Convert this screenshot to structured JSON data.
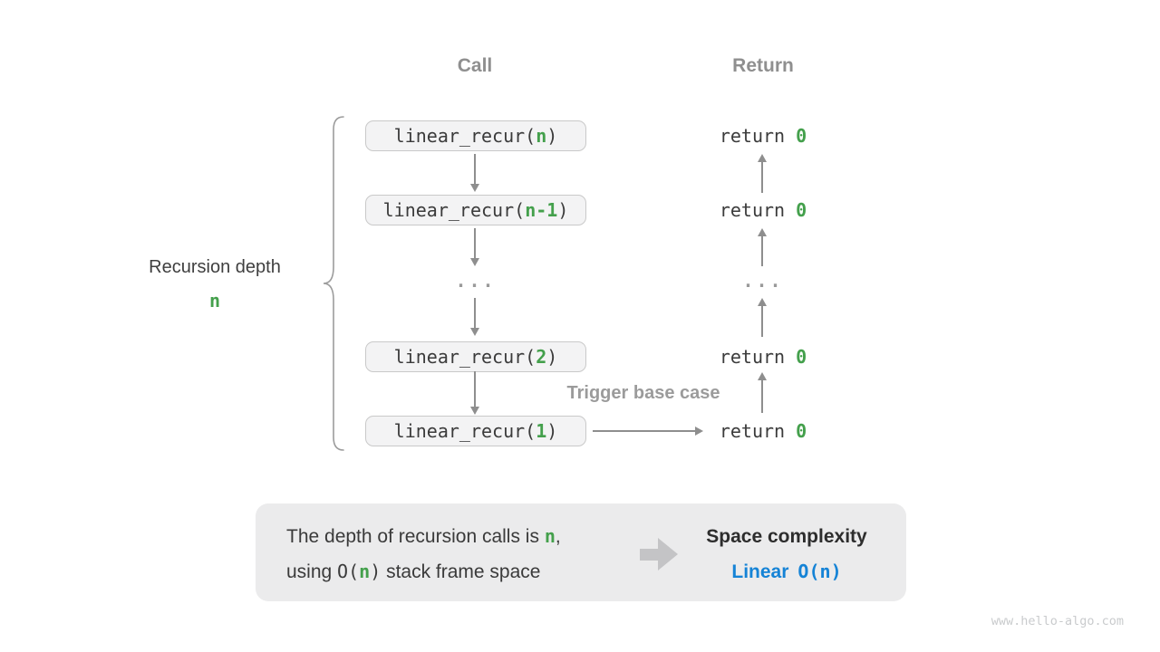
{
  "colors": {
    "green": "#44A04C",
    "blue": "#1583D6",
    "arrow_gray": "#8E8E8E",
    "heading_gray": "#8F8F8F",
    "box_bg": "#F3F3F4",
    "panel_bg": "#EBEBEC"
  },
  "headers": {
    "call": "Call",
    "ret": "Return"
  },
  "left_label": {
    "title": "Recursion depth",
    "depth": "n"
  },
  "trigger_label": "Trigger base case",
  "rows": [
    {
      "call": {
        "pre": "linear_recur(",
        "arg": "n",
        "post": ")"
      },
      "ret": {
        "kw": "return ",
        "val": "0"
      }
    },
    {
      "call": {
        "pre": "linear_recur(",
        "arg": "n-1",
        "post": ")"
      },
      "ret": {
        "kw": "return ",
        "val": "0"
      }
    },
    {
      "dots": "..."
    },
    {
      "call": {
        "pre": "linear_recur(",
        "arg": "2",
        "post": ")"
      },
      "ret": {
        "kw": "return ",
        "val": "0"
      }
    },
    {
      "call": {
        "pre": "linear_recur(",
        "arg": "1",
        "post": ")"
      },
      "ret": {
        "kw": "return ",
        "val": "0"
      }
    }
  ],
  "summary": {
    "line1": {
      "pre": "The depth of recursion calls is ",
      "arg": "n",
      "post": ","
    },
    "line2": {
      "pre": "using ",
      "code_open": "O(",
      "arg": "n",
      "code_close": ")",
      "post": " stack frame space"
    },
    "title": "Space complexity",
    "value_word": "Linear",
    "value_open": "O(",
    "value_arg": "n",
    "value_close": ")"
  },
  "watermark": "www.hello-algo.com"
}
